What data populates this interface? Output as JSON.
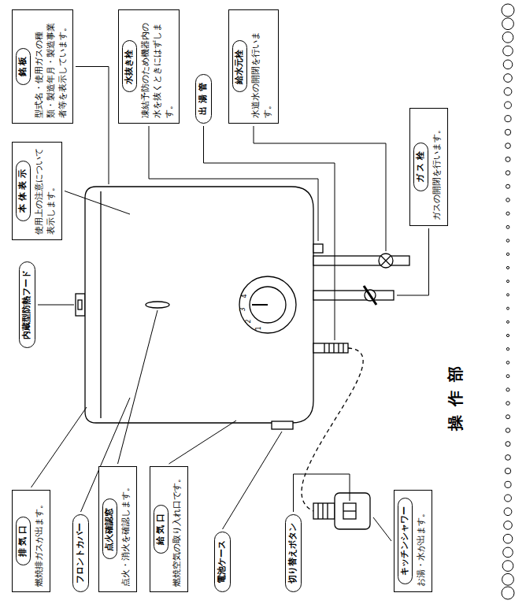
{
  "diagram": {
    "nodes": [
      {
        "text": [
          "排 気 口",
          "燃焼排ガスが出ます。"
        ]
      },
      {
        "text": [
          "内蔵型防熱フード"
        ]
      },
      {
        "text": [
          "本 体 表 示",
          "使用上の注意について表示します。"
        ]
      },
      {
        "text": [
          "銘 板",
          "型式名・使用ガスの種類・製造年月・製造事業者等を表示しています。"
        ]
      },
      {
        "text": [
          "フロントカバー"
        ]
      },
      {
        "text": [
          "点火確認窓",
          "点火・消火を確認します。"
        ]
      },
      {
        "text": [
          "給 気 口",
          "燃焼空気の取り入れ口です。"
        ]
      },
      {
        "text": [
          "水抜き栓",
          "凍結予防のため機器内の水を抜くときにはずします。"
        ]
      },
      {
        "text": [
          "出 湯 管"
        ]
      },
      {
        "text": [
          "電池ケース"
        ]
      },
      {
        "text": [
          "給水元栓",
          "水道水の開閉を行います。"
        ]
      },
      {
        "text": [
          "切り替えボタン"
        ]
      },
      {
        "text": [
          "キッチンシャワー",
          "お湯・水が出ます。"
        ]
      },
      {
        "text": [
          "ガ ス 栓",
          "ガスの開閉を行います。"
        ]
      }
    ],
    "labels": [
      "操 作 部",
      "1",
      "2",
      "3",
      "4"
    ]
  }
}
